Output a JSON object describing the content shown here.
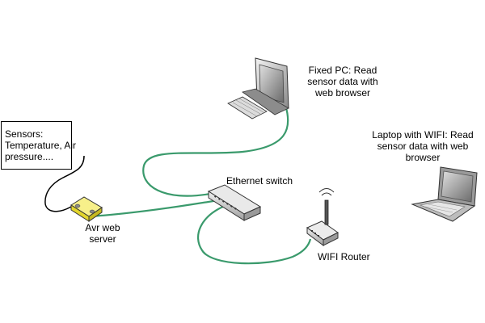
{
  "labels": {
    "sensors_box": [
      "Sensors:",
      "Temperature, Air",
      "pressure...."
    ],
    "fixed_pc": [
      "Fixed PC: Read",
      "sensor data with",
      "web browser"
    ],
    "laptop": [
      "Laptop with WIFI: Read",
      "sensor data with web",
      "browser"
    ],
    "ethernet_switch": "Ethernet switch",
    "avr_server": [
      "Avr web",
      "server"
    ],
    "wifi_router": "WIFI Router"
  },
  "colors": {
    "cable_green": "#3a9a6c",
    "cable_black": "#000000",
    "server_yellow": "#f2e83a"
  }
}
